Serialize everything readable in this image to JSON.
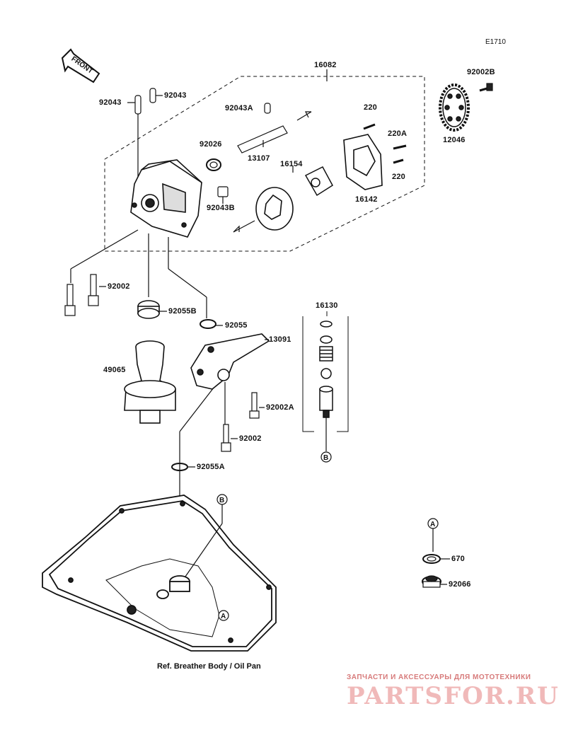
{
  "diagram_code": "E1710",
  "front_label": "FRONT",
  "parts": [
    {
      "number": "16082"
    },
    {
      "number": "92002B"
    },
    {
      "number": "92043"
    },
    {
      "number": "92043"
    },
    {
      "number": "220"
    },
    {
      "number": "92043A"
    },
    {
      "number": "220A"
    },
    {
      "number": "92026"
    },
    {
      "number": "13107"
    },
    {
      "number": "16154"
    },
    {
      "number": "220"
    },
    {
      "number": "12046"
    },
    {
      "number": "92043B"
    },
    {
      "number": "16142"
    },
    {
      "number": "92002"
    },
    {
      "number": "16130"
    },
    {
      "number": "92055B"
    },
    {
      "number": "92055"
    },
    {
      "number": "13091"
    },
    {
      "number": "49065"
    },
    {
      "number": "92002A"
    },
    {
      "number": "92002"
    },
    {
      "number": "92055A"
    },
    {
      "number": "670"
    },
    {
      "number": "92066"
    }
  ],
  "markers": [
    "B",
    "B",
    "A",
    "A"
  ],
  "reference_note": "Ref. Breather Body / Oil Pan",
  "watermark": {
    "tagline": "ЗАПЧАСТИ И АКСЕССУАРЫ ДЛЯ МОТОТЕХНИКИ",
    "brand": "PARTSFOR.RU"
  }
}
